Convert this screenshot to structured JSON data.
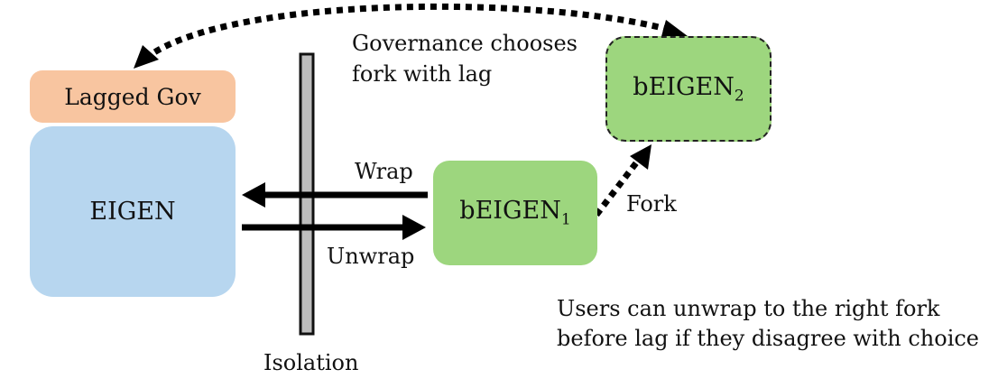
{
  "nodes": {
    "lagged_gov": "Lagged Gov",
    "eigen": "EIGEN",
    "beigen1": {
      "text": "bEIGEN",
      "sub": "1"
    },
    "beigen2": {
      "text": "bEIGEN",
      "sub": "2"
    }
  },
  "labels": {
    "governance_line1": "Governance chooses",
    "governance_line2": "fork with lag",
    "wrap": "Wrap",
    "unwrap": "Unwrap",
    "fork": "Fork",
    "isolation": "Isolation",
    "users_line1": "Users can unwrap to the right fork",
    "users_line2": "before lag if they disagree with choice"
  },
  "colors": {
    "lagged_gov": "#f8c5a0",
    "eigen": "#b7d6ef",
    "beigen": "#9dd67e"
  }
}
